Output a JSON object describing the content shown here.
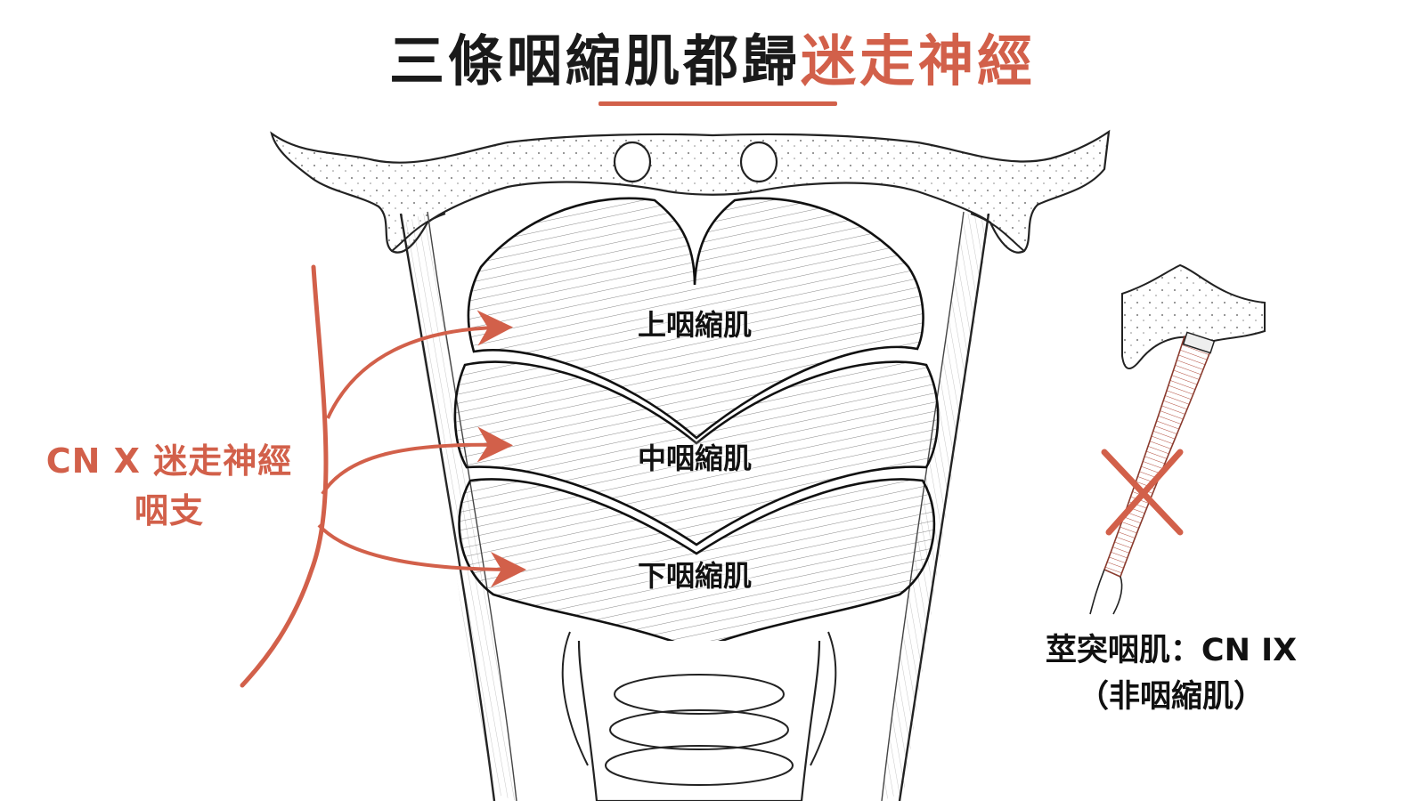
{
  "title": {
    "main": "三條咽縮肌都歸",
    "accent": "迷走神經"
  },
  "muscles": {
    "superior": "上咽縮肌",
    "middle": "中咽縮肌",
    "inferior": "下咽縮肌"
  },
  "nerve": {
    "line1": "CN X 迷走神經",
    "line2": "咽支"
  },
  "stylopharyngeus": {
    "line1": "莖突咽肌：CN IX",
    "line2": "（非咽縮肌）"
  },
  "colors": {
    "accent": "#d2604a",
    "ink": "#1a1a1a"
  },
  "icons": {
    "exclusion": "cross-mark-icon"
  }
}
